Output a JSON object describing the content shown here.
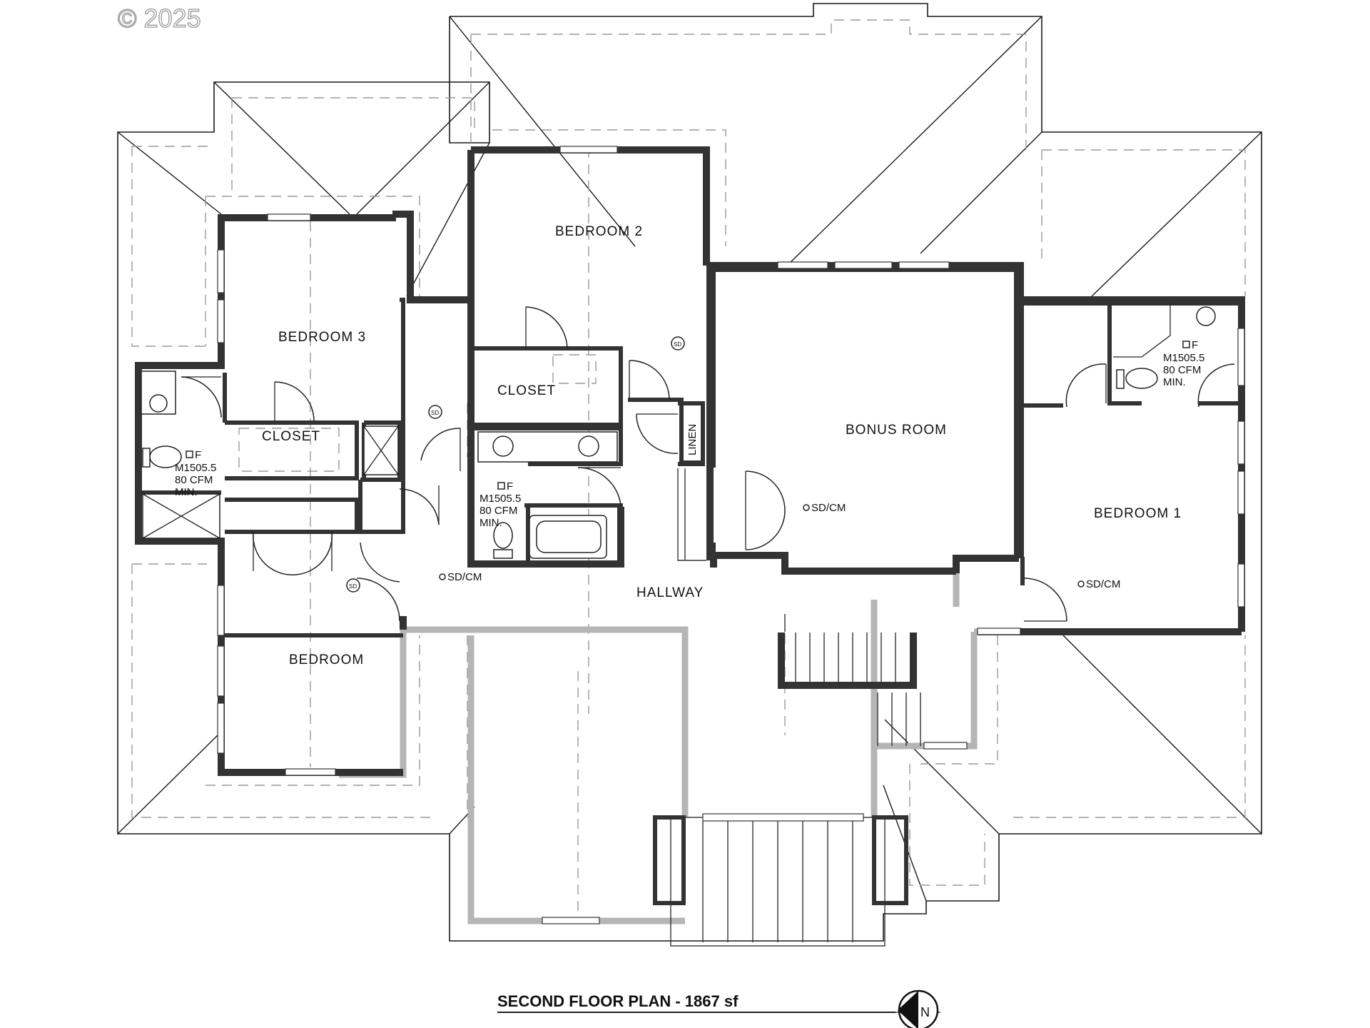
{
  "copyright": "© 2025",
  "title": "SECOND FLOOR PLAN - 1867 sf",
  "rooms": {
    "bedroom_2": "BEDROOM 2",
    "bedroom_3": "BEDROOM 3",
    "bedroom_1": "BEDROOM 1",
    "bedroom": "BEDROOM",
    "bonus_room": "BONUS ROOM",
    "hallway": "HALLWAY",
    "closet_a": "CLOSET",
    "closet_b": "CLOSET",
    "linen": "LINEN"
  },
  "fans": [
    {
      "line1": "M1505.5",
      "line2": "80 CFM",
      "line3": "MIN."
    },
    {
      "line1": "M1505.5",
      "line2": "80 CFM",
      "line3": "MIN."
    },
    {
      "line1": "M1505.5",
      "line2": "80 CFM",
      "line3": "MIN."
    }
  ],
  "fan_symbol": "F",
  "detectors": {
    "sd": "SD",
    "sdcm_1": "SD/CM",
    "sdcm_2": "SD/CM",
    "sdcm_3": "SD/CM"
  },
  "north_arrow": "N",
  "colors": {
    "wall": "#333333",
    "grey_wall": "#b5b5b5",
    "dashed_line": "#9a9a9a"
  }
}
